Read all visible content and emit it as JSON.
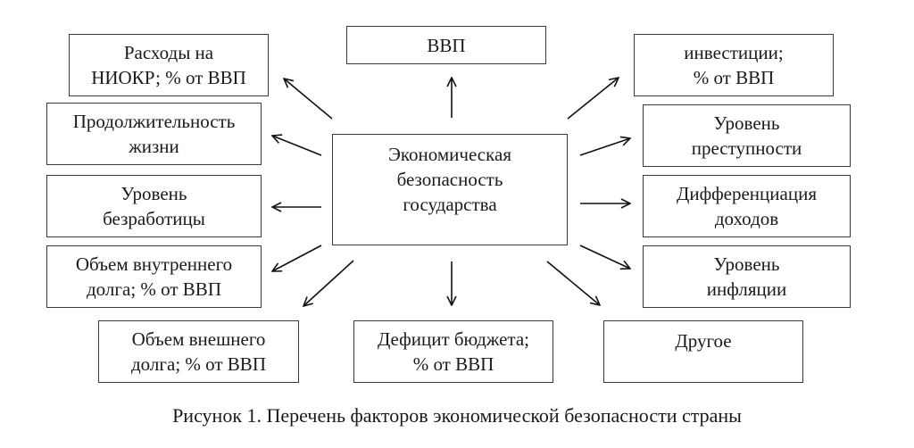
{
  "center": {
    "lines": [
      "Экономическая",
      "безопасность",
      "государства"
    ]
  },
  "factors": {
    "gdp": {
      "lines": [
        "ВВП"
      ]
    },
    "rnd": {
      "lines": [
        "Расходы на",
        "НИОКР; % от ВВП"
      ]
    },
    "life": {
      "lines": [
        "Продолжительность",
        "жизни"
      ]
    },
    "unemployment": {
      "lines": [
        "Уровень",
        "безработицы"
      ]
    },
    "domestic_debt": {
      "lines": [
        "Объем внутреннего",
        "долга; % от ВВП"
      ]
    },
    "external_debt": {
      "lines": [
        "Объем внешнего",
        "долга; % от ВВП"
      ]
    },
    "deficit": {
      "lines": [
        "Дефицит бюджета;",
        "% от ВВП"
      ]
    },
    "other": {
      "lines": [
        "Другое"
      ]
    },
    "investment": {
      "lines": [
        "инвестиции;",
        "% от ВВП"
      ]
    },
    "crime": {
      "lines": [
        "Уровень",
        "преступности"
      ]
    },
    "income": {
      "lines": [
        "Дифференциация",
        "доходов"
      ]
    },
    "inflation": {
      "lines": [
        "Уровень",
        "инфляции"
      ]
    }
  },
  "caption": "Рисунок 1. Перечень факторов экономической безопасности страны"
}
